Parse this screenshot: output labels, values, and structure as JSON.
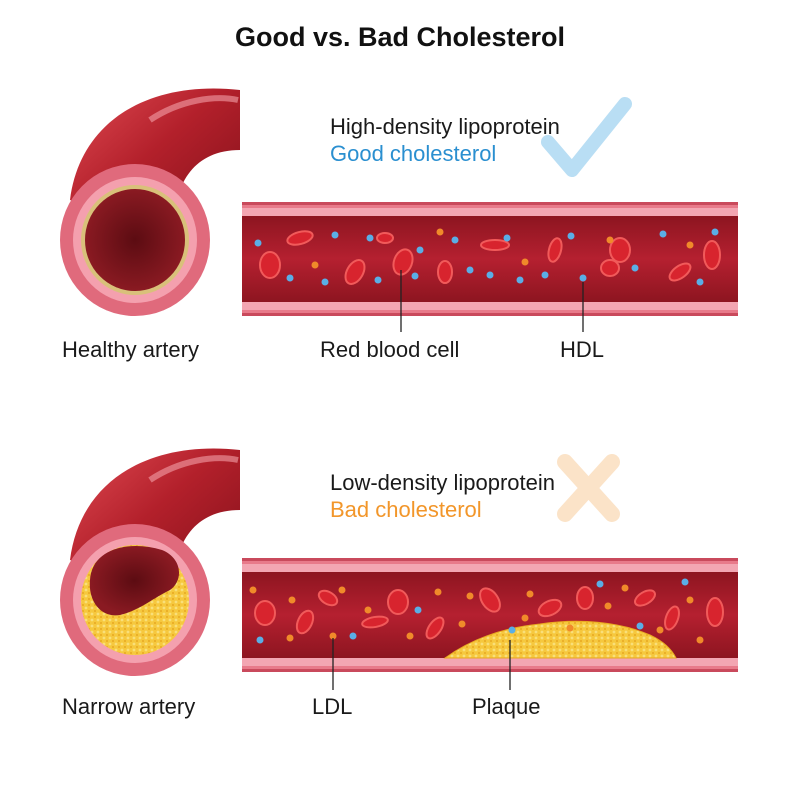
{
  "title": "Good vs. Bad Cholesterol",
  "healthy": {
    "heading": "High-density lipoprotein",
    "subheading": "Good cholesterol",
    "artery_label": "Healthy artery",
    "labels": {
      "red_blood_cell": "Red blood cell",
      "hdl": "HDL"
    }
  },
  "narrow": {
    "heading": "Low-density lipoprotein",
    "subheading": "Bad cholesterol",
    "artery_label": "Narrow artery",
    "labels": {
      "ldl": "LDL",
      "plaque": "Plaque"
    }
  },
  "colors": {
    "artery_red": "#b41e2a",
    "artery_wall": "#e06a7c",
    "blood_cell": "#d8242e",
    "hdl_blue": "#5aaee6",
    "ldl_orange": "#f08a2a",
    "plaque_yellow": "#f5c33a",
    "check_blue": "#b9def4",
    "cross_orange": "#fbe3c8"
  },
  "icons": {
    "good": "check-mark-icon",
    "bad": "x-mark-icon"
  }
}
